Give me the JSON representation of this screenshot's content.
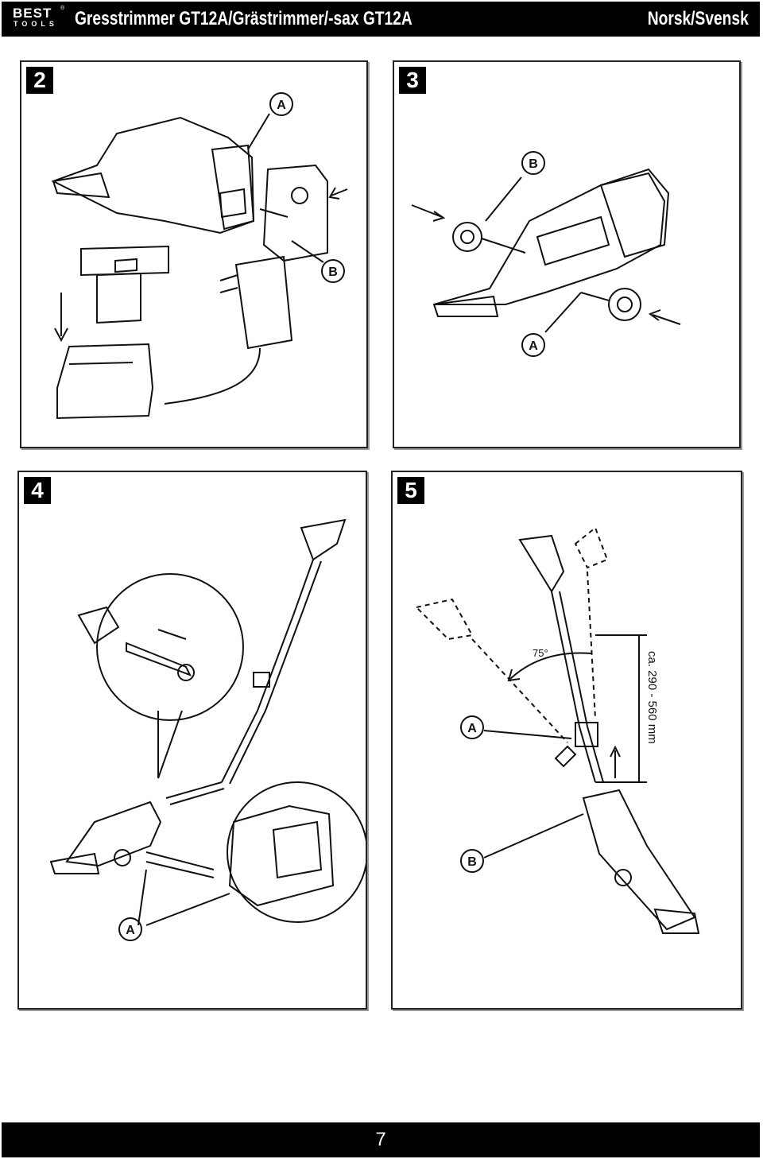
{
  "header": {
    "logo_top": "BEST",
    "logo_tm": "®",
    "logo_bottom": "TOOLS",
    "title": "Gresstrimmer GT12A/Grästrimmer/-sax GT12A",
    "language": "Norsk/Svensk"
  },
  "figures": [
    {
      "number": "2",
      "labels": [
        "A",
        "B"
      ]
    },
    {
      "number": "3",
      "labels": [
        "B",
        "A"
      ]
    },
    {
      "number": "4",
      "labels": [
        "A"
      ]
    },
    {
      "number": "5",
      "labels": [
        "A",
        "B"
      ],
      "angle": "75°",
      "dimension": "ca. 290 - 560 mm"
    }
  ],
  "footer": {
    "page_number": "7"
  }
}
